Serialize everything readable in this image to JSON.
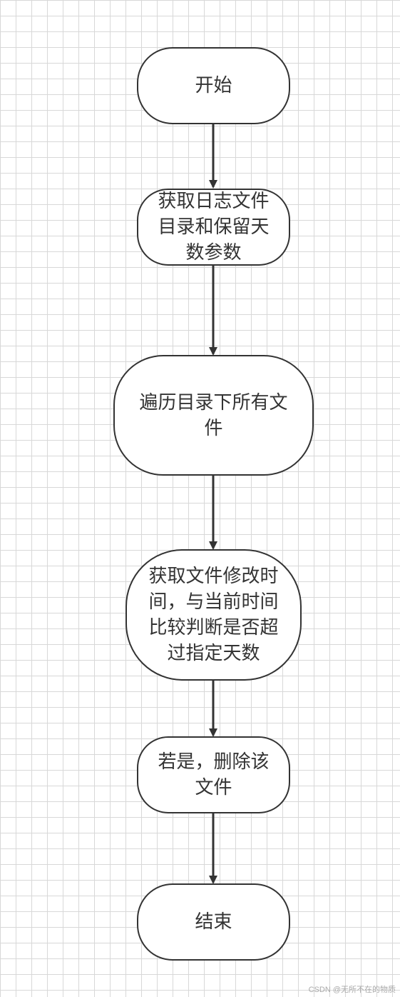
{
  "flowchart": {
    "nodes": [
      {
        "id": "start",
        "label": "开始"
      },
      {
        "id": "get-params",
        "label": "获取日志文件\n目录和保留天\n数参数"
      },
      {
        "id": "traverse",
        "label": "遍历目录下所有文\n件"
      },
      {
        "id": "compare-time",
        "label": "获取文件修改时\n间，与当前时间\n比较判断是否超\n过指定天数"
      },
      {
        "id": "delete",
        "label": "若是，删除该\n文件"
      },
      {
        "id": "end",
        "label": "结束"
      }
    ],
    "edges": [
      {
        "from": "start",
        "to": "get-params"
      },
      {
        "from": "get-params",
        "to": "traverse"
      },
      {
        "from": "traverse",
        "to": "compare-time"
      },
      {
        "from": "compare-time",
        "to": "delete"
      },
      {
        "from": "delete",
        "to": "end"
      }
    ]
  },
  "watermark": "CSDN @无所不在的物质",
  "colors": {
    "stroke": "#333333",
    "grid": "#d8d8d8",
    "background": "#ffffff"
  }
}
